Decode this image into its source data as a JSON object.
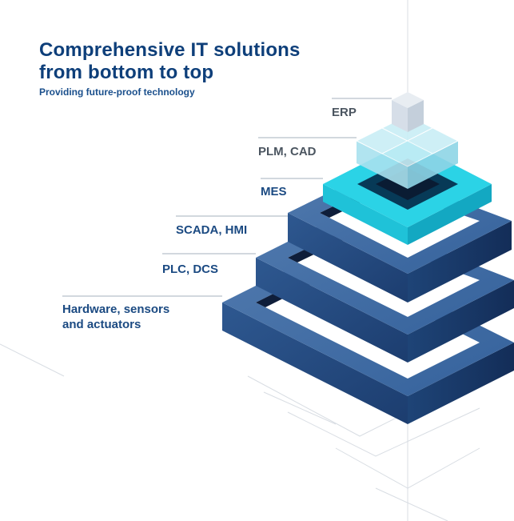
{
  "header": {
    "title_line1": "Comprehensive IT solutions",
    "title_line2": "from bottom to top",
    "subtitle": "Providing future-proof technology"
  },
  "layers": [
    {
      "label": "ERP"
    },
    {
      "label": "PLM, CAD"
    },
    {
      "label": "MES"
    },
    {
      "label": "SCADA, HMI"
    },
    {
      "label": "PLC, DCS"
    },
    {
      "label_line1": "Hardware, sensors",
      "label_line2": "and actuators"
    }
  ],
  "colors": {
    "title": "#0e3f7a",
    "label_grey": "#4b5560",
    "label_blue": "#1b4a82",
    "layer_dark_top": "#2f5b92",
    "layer_dark_side": "#1a3a6b",
    "mes_cyan": "#2bd3e6",
    "plm_ghost": "#bde9f3",
    "erp_ghost": "#dbe3ec"
  }
}
